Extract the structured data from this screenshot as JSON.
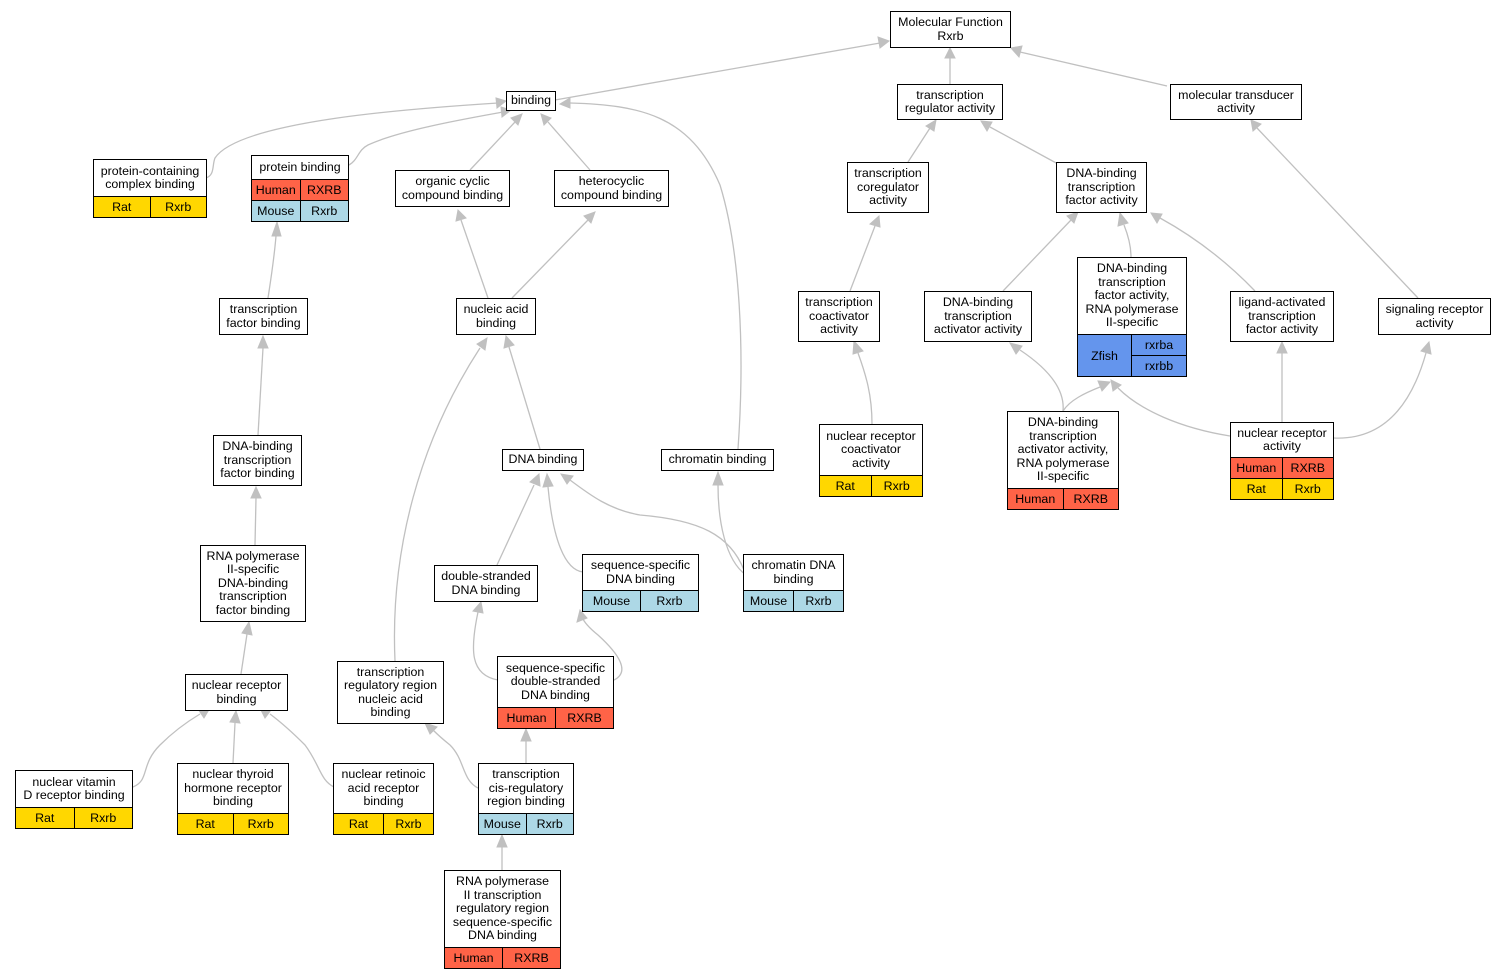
{
  "species_colors": {
    "Rat": "#ffd700",
    "Human": "#ff6347",
    "Mouse": "#add8e6",
    "Zfish": "#6495ed"
  },
  "edge_color": "#c0c0c0",
  "nodes": {
    "mf": {
      "label": "Molecular Function\nRxrb"
    },
    "binding": {
      "label": "binding"
    },
    "tra": {
      "label": "transcription\nregulator activity"
    },
    "mta": {
      "label": "molecular transducer\nactivity"
    },
    "pccb": {
      "label": "protein-containing\ncomplex binding",
      "annotations": [
        [
          "Rat",
          "Rxrb"
        ]
      ]
    },
    "pb": {
      "label": "protein binding",
      "annotations": [
        [
          "Human",
          "RXRB"
        ],
        [
          "Mouse",
          "Rxrb"
        ]
      ]
    },
    "occb": {
      "label": "organic cyclic\ncompound binding"
    },
    "hccb": {
      "label": "heterocyclic\ncompound binding"
    },
    "tca": {
      "label": "transcription\ncoregulator\nactivity"
    },
    "dbtfa": {
      "label": "DNA-binding\ntranscription\nfactor activity"
    },
    "tfb": {
      "label": "transcription\nfactor binding"
    },
    "nab": {
      "label": "nucleic acid\nbinding"
    },
    "tcoa": {
      "label": "transcription\ncoactivator\nactivity"
    },
    "dbtaa": {
      "label": "DNA-binding\ntranscription\nactivator activity"
    },
    "dbtfa2": {
      "label": "DNA-binding\ntranscription\nfactor activity,\nRNA polymerase\nII-specific",
      "zfish": {
        "species": "Zfish",
        "genes": [
          "rxrba",
          "rxrbb"
        ]
      }
    },
    "latfa": {
      "label": "ligand-activated\ntranscription\nfactor activity"
    },
    "sra": {
      "label": "signaling receptor\nactivity"
    },
    "nrca": {
      "label": "nuclear receptor\ncoactivator\nactivity",
      "annotations": [
        [
          "Rat",
          "Rxrb"
        ]
      ]
    },
    "dbtaa2": {
      "label": "DNA-binding\ntranscription\nactivator activity,\nRNA polymerase\nII-specific",
      "annotations": [
        [
          "Human",
          "RXRB"
        ]
      ]
    },
    "nra": {
      "label": "nuclear receptor\nactivity",
      "annotations": [
        [
          "Human",
          "RXRB"
        ],
        [
          "Rat",
          "Rxrb"
        ]
      ]
    },
    "dbtfb": {
      "label": "DNA-binding\ntranscription\nfactor binding"
    },
    "dnab": {
      "label": "DNA binding"
    },
    "cb": {
      "label": "chromatin binding"
    },
    "rp2b": {
      "label": "RNA polymerase\nII-specific\nDNA-binding\ntranscription\nfactor binding"
    },
    "dsdb": {
      "label": "double-stranded\nDNA binding"
    },
    "ssdb": {
      "label": "sequence-specific\nDNA binding",
      "annotations": [
        [
          "Mouse",
          "Rxrb"
        ]
      ]
    },
    "cdb": {
      "label": "chromatin DNA\nbinding",
      "annotations": [
        [
          "Mouse",
          "Rxrb"
        ]
      ]
    },
    "nrb": {
      "label": "nuclear receptor\nbinding"
    },
    "trrnab": {
      "label": "transcription\nregulatory region\nnucleic acid\nbinding"
    },
    "ssdsdb": {
      "label": "sequence-specific\ndouble-stranded\nDNA binding",
      "annotations": [
        [
          "Human",
          "RXRB"
        ]
      ]
    },
    "nvdrb": {
      "label": "nuclear vitamin\nD receptor binding",
      "annotations": [
        [
          "Rat",
          "Rxrb"
        ]
      ]
    },
    "nthrb": {
      "label": "nuclear thyroid\nhormone receptor\nbinding",
      "annotations": [
        [
          "Rat",
          "Rxrb"
        ]
      ]
    },
    "nrarb": {
      "label": "nuclear retinoic\nacid receptor\nbinding",
      "annotations": [
        [
          "Rat",
          "Rxrb"
        ]
      ]
    },
    "tcrrb": {
      "label": "transcription\ncis-regulatory\nregion binding",
      "annotations": [
        [
          "Mouse",
          "Rxrb"
        ]
      ]
    },
    "rp2trr": {
      "label": "RNA polymerase\nII transcription\nregulatory region\nsequence-specific\nDNA binding",
      "annotations": [
        [
          "Human",
          "RXRB"
        ]
      ]
    }
  }
}
